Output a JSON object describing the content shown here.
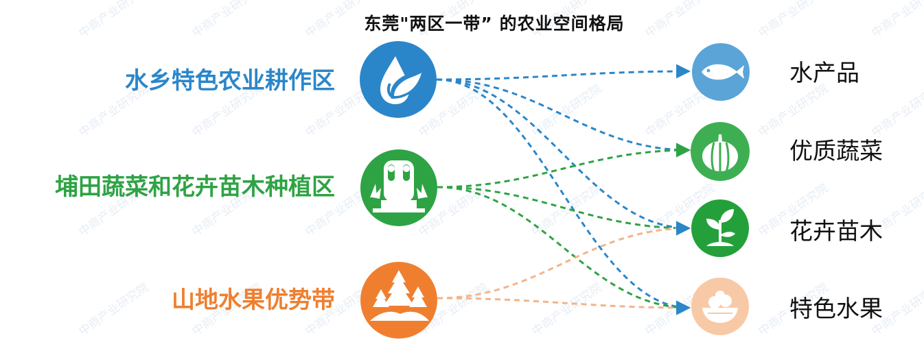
{
  "title": "东莞\"两区一带” 的农业空间格局",
  "watermark_text": "中商产业研究院",
  "zones": [
    {
      "label": "水乡特色农业耕作区",
      "color": "#2b86c9",
      "icon": "water-leaf-icon"
    },
    {
      "label": "埔田蔬菜和花卉苗木种植区",
      "color": "#2ea344",
      "icon": "plant-pot-icon"
    },
    {
      "label": "山地水果优势带",
      "color": "#ef7f2f",
      "icon": "pine-trees-icon"
    }
  ],
  "products": [
    {
      "label": "水产品",
      "color": "#5aa4d8",
      "icon": "fish-icon"
    },
    {
      "label": "优质蔬菜",
      "color": "#3eae52",
      "icon": "pumpkin-icon"
    },
    {
      "label": "花卉苗木",
      "color": "#24a03b",
      "icon": "seedling-icon"
    },
    {
      "label": "特色水果",
      "color": "#f8c9a6",
      "icon": "fruit-basket-icon"
    }
  ],
  "links": [
    {
      "from": 0,
      "to": 0
    },
    {
      "from": 0,
      "to": 1
    },
    {
      "from": 0,
      "to": 2
    },
    {
      "from": 0,
      "to": 3
    },
    {
      "from": 1,
      "to": 1
    },
    {
      "from": 1,
      "to": 2
    },
    {
      "from": 1,
      "to": 3
    },
    {
      "from": 2,
      "to": 2
    },
    {
      "from": 2,
      "to": 3
    }
  ],
  "link_colors": {
    "0": "#2b86c9",
    "1": "#2ea344",
    "2": "#f2b48a"
  }
}
